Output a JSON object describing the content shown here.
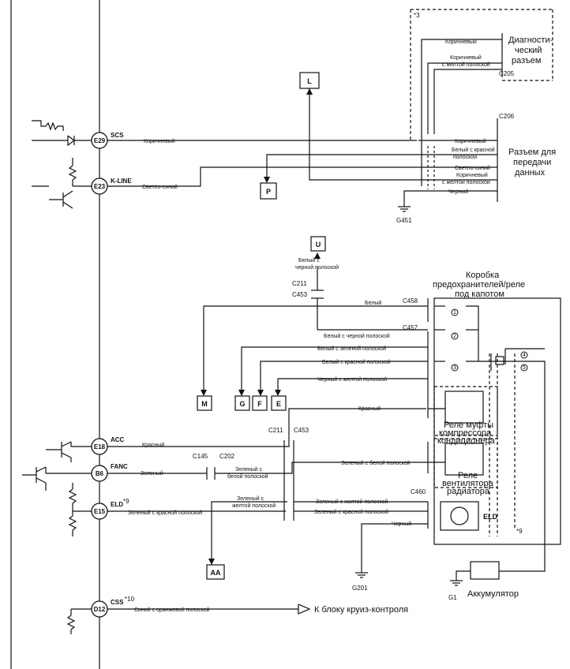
{
  "pins": {
    "e29": {
      "id": "E29",
      "name": "SCS"
    },
    "e23": {
      "id": "E23",
      "name": "K-LINE"
    },
    "e18": {
      "id": "E18",
      "name": "ACC"
    },
    "b6": {
      "id": "B6",
      "name": "FANC"
    },
    "e15": {
      "id": "E15",
      "name": "ELD",
      "note": "*9"
    },
    "d12": {
      "id": "D12",
      "name": "CSS",
      "note": "*10"
    }
  },
  "wires": {
    "scs": "Коричневый",
    "kline": "Светло-синий",
    "acc": "Красный",
    "fanc": "Зеленый",
    "eld": "Зеленый с красной полоской",
    "css": "Синий с оранжевой полоской",
    "diag_brown": "Коричневый",
    "diag_brown_yellow_1": "Коричневый",
    "diag_brown_yellow_2": "с желтой полоской",
    "dlc_brown": "Коричневый",
    "dlc_white_red_1": "Белый с красной",
    "dlc_white_red_2": "полоской",
    "dlc_lightblue": "Светло-синий",
    "dlc_brown_yellow_1": "Коричневый",
    "dlc_brown_yellow_2": "с желтой полоской",
    "dlc_black": "Черный",
    "u_white_black_1": "Белый с",
    "u_white_black_2": "черной полоской",
    "white": "Белый",
    "white_black": "Белый с черной полоской",
    "white_green": "Белый с зеленой полоской",
    "white_red": "Белый с красной полоской",
    "black_yellow": "Черный с желтой полоской",
    "red_relay": "Красный",
    "green_white_1": "Зеленый с",
    "green_white_2": "белой полоской",
    "green_white_relay": "Зеленый с белой полоской",
    "green_yellow_1": "Зеленый с",
    "green_yellow_2": "желтой полоской",
    "green_yellow_eld": "Зеленый с желтой полоской",
    "green_red_eld": "Зеленый с красной полоской",
    "black_eld": "Черный"
  },
  "connectors": {
    "c205": "C205",
    "c206": "C206",
    "c211a": "C211",
    "c453a": "C453",
    "c458": "C458",
    "c457": "C457",
    "c211b": "C211",
    "c453b": "C453",
    "c145": "C145",
    "c202": "C202",
    "c460": "C460"
  },
  "notes": {
    "n3": "*3",
    "n9": "*9"
  },
  "refs": {
    "L": "L",
    "P": "P",
    "U": "U",
    "M": "M",
    "G": "G",
    "F": "F",
    "E": "E",
    "AA": "AA"
  },
  "grounds": {
    "g451": "G451",
    "g201": "G201",
    "g1": "G1"
  },
  "fuses": [
    "1",
    "2",
    "3",
    "4",
    "5"
  ],
  "labels": {
    "diag_1": "Диагности-",
    "diag_2": "ческий",
    "diag_3": "разъем",
    "dlc_1": "Разъем для",
    "dlc_2": "передачи",
    "dlc_3": "данных",
    "fuse_box_1": "Коробка",
    "fuse_box_2": "предохранителей/реле",
    "fuse_box_3": "под капотом",
    "relay_comp_1": "Реле муфты",
    "relay_comp_2": "компрессора",
    "relay_comp_3": "кондиционера",
    "relay_fan_1": "Реле",
    "relay_fan_2": "вентилятора",
    "relay_fan_3": "радиатора",
    "eld": "ELD",
    "battery": "Аккумулятор",
    "cruise": "К блоку круиз-контроля"
  }
}
